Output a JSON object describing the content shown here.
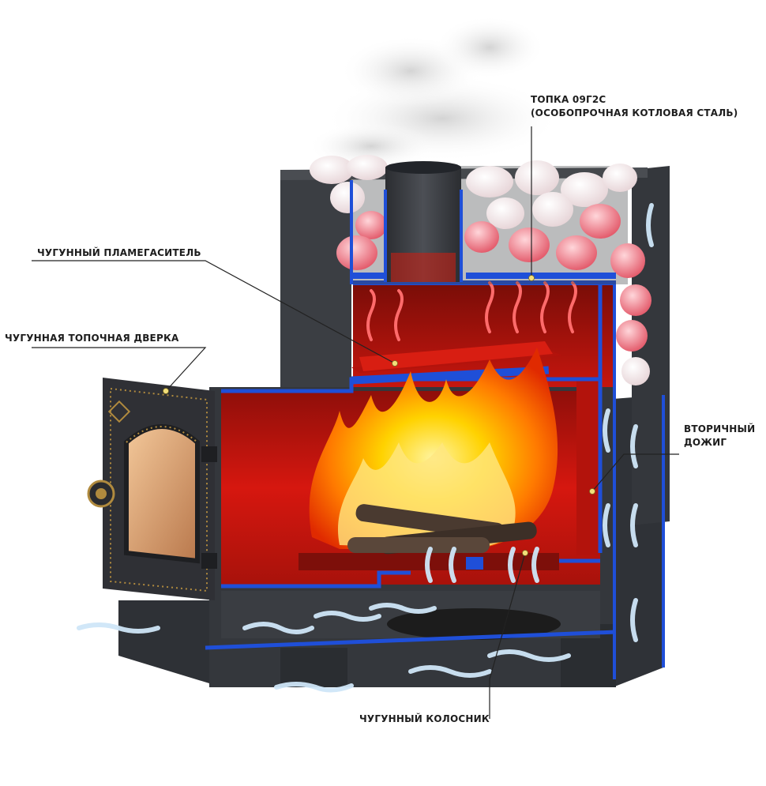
{
  "labels": {
    "firebox": {
      "line1": "ТОПКА 09Г2С",
      "line2": "(ОСОБОПРОЧНАЯ КОТЛОВАЯ СТАЛЬ)"
    },
    "flame_damper": "ЧУГУННЫЙ ПЛАМЕГАСИТЕЛЬ",
    "firebox_door": "ЧУГУННАЯ ТОПОЧНАЯ ДВЕРКА",
    "afterburn": {
      "line1": "ВТОРИЧНЫЙ",
      "line2": "ДОЖИГ"
    },
    "grate": "ЧУГУННЫЙ КОЛОСНИК"
  },
  "colors": {
    "steel": "#3a3d42",
    "steel_light": "#55585e",
    "inner_red": "#c8140e",
    "blue_edge": "#1f4fd8",
    "flame_orange": "#ff8a00",
    "flame_yellow": "#ffd200",
    "stone": "#f1e4e6",
    "stone_hot": "#e85a6a",
    "door_brass": "#b08a3e",
    "air_arrow": "#d9ecfa",
    "smoke": "#e6e6e6",
    "leader_line": "#222222",
    "dot": "#f2df7a"
  },
  "icons": {
    "door_knob": "knob-icon",
    "air_flow": "air-arrow-icon",
    "hot_flow": "hot-arrow-icon"
  }
}
